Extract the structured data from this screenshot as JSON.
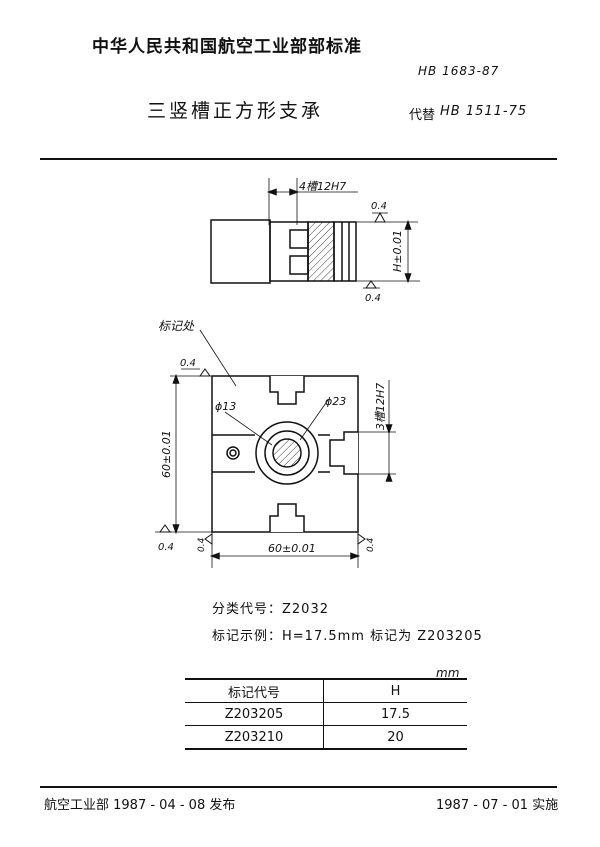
{
  "header": {
    "organization": "中华人民共和国航空工业部部标准",
    "standard_no": "HB 1683-87",
    "title": "三竖槽正方形支承",
    "replaces_label": "代替",
    "replaces_code": "HB 1511-75"
  },
  "drawing": {
    "top_view": {
      "slot_label": "4槽12H7",
      "flatness_top": "0.4",
      "height_dim": "H±0.01",
      "flatness_bottom": "0.4"
    },
    "plan_view": {
      "marking_label": "标记处",
      "flatness_left_top": "0.4",
      "hole_small": "ϕ13",
      "hole_large": "ϕ23",
      "slot_label": "3槽12H7",
      "height_dim": "60±0.01",
      "width_dim": "60±0.01",
      "flatness_left_bottom": "0.4",
      "flatness_left_edge": "0.4",
      "flatness_right_edge": "0.4"
    }
  },
  "classification": "分类代号：Z2032",
  "mark_example": "标记示例：H=17.5mm  标记为  Z203205",
  "table": {
    "unit": "mm",
    "headers": [
      "标记代号",
      "H"
    ],
    "rows": [
      [
        "Z203205",
        "17.5"
      ],
      [
        "Z203210",
        "20"
      ]
    ]
  },
  "footer": {
    "issued": "航空工业部  1987 - 04 - 08  发布",
    "implemented": "1987 - 07 - 01    实施"
  }
}
